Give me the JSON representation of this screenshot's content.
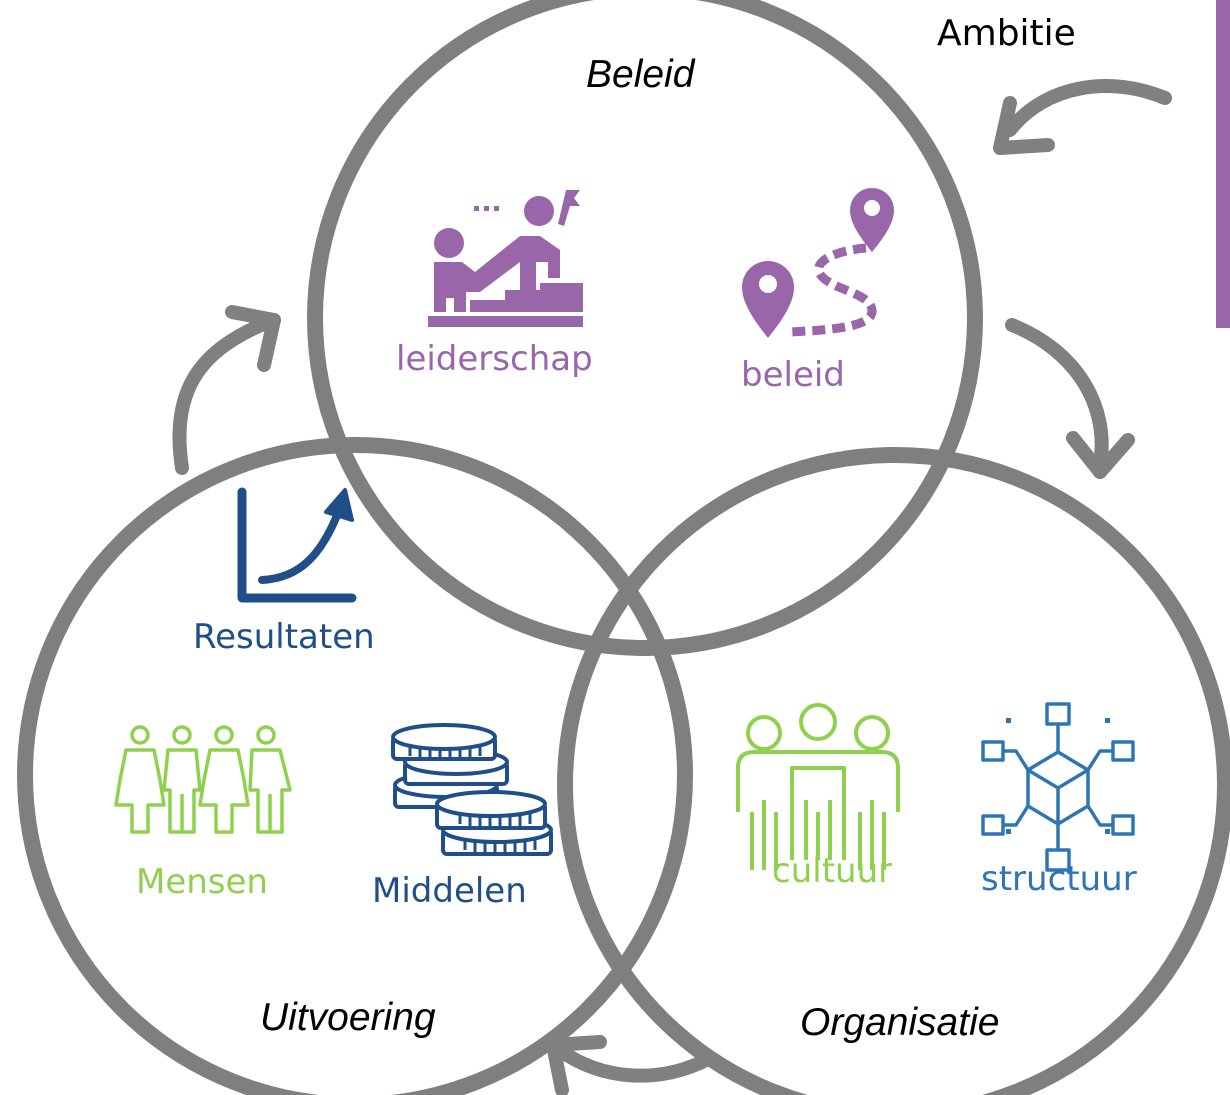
{
  "ambition": "Ambitie",
  "circles": {
    "top": "Beleid",
    "left": "Uitvoering",
    "right": "Organisatie"
  },
  "items": {
    "leadership": {
      "label": "leiderschap",
      "icon": "leadership-stairs-icon"
    },
    "policy": {
      "label": "beleid",
      "icon": "route-map-pins-icon"
    },
    "results": {
      "label": "Resultaten",
      "icon": "growth-chart-icon"
    },
    "people": {
      "label": "Mensen",
      "icon": "people-group-icon"
    },
    "resources": {
      "label": "Middelen",
      "icon": "coin-stacks-icon"
    },
    "culture": {
      "label": "cultuur",
      "icon": "team-culture-icon"
    },
    "structure": {
      "label": "structuur",
      "icon": "network-structure-icon"
    }
  },
  "colors": {
    "circle": "#7f7f7f",
    "arrow": "#808080",
    "purple": "#9966aa",
    "navy": "#1f4e89",
    "green": "#8fd14f",
    "blue": "#2e75b6"
  }
}
